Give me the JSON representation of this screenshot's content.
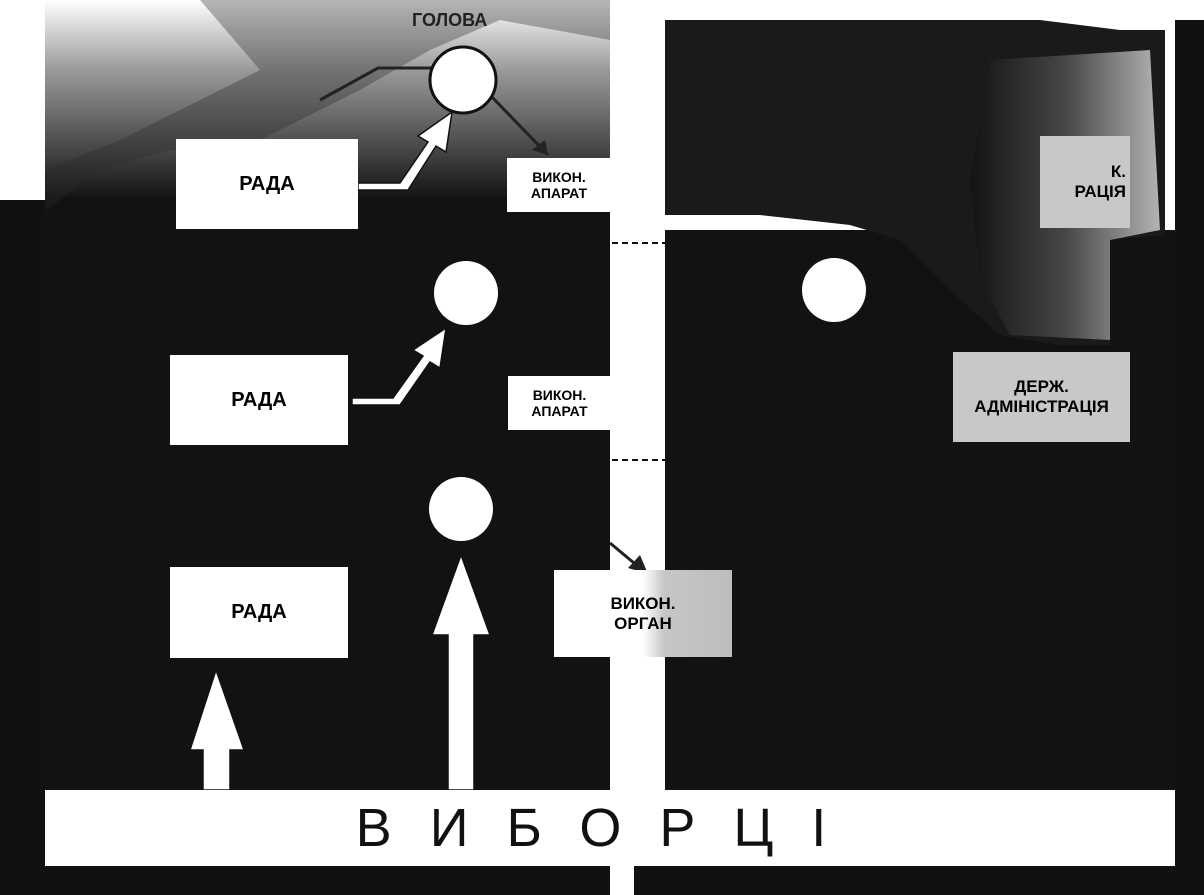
{
  "diagram": {
    "head_label": "ГОЛОВА",
    "council_label": "РАДА",
    "exec_apparatus_label": [
      "ВИКОН.",
      "АПАРАТ"
    ],
    "exec_body_label": [
      "ВИКОН.",
      "ОРГАН"
    ],
    "state_admin_top_label": [
      "К.",
      "РАЦІЯ"
    ],
    "state_admin_label": [
      "ДЕРЖ.",
      "АДМІНІСТРАЦІЯ"
    ],
    "voters_label": "ВИБОРЦІ"
  }
}
